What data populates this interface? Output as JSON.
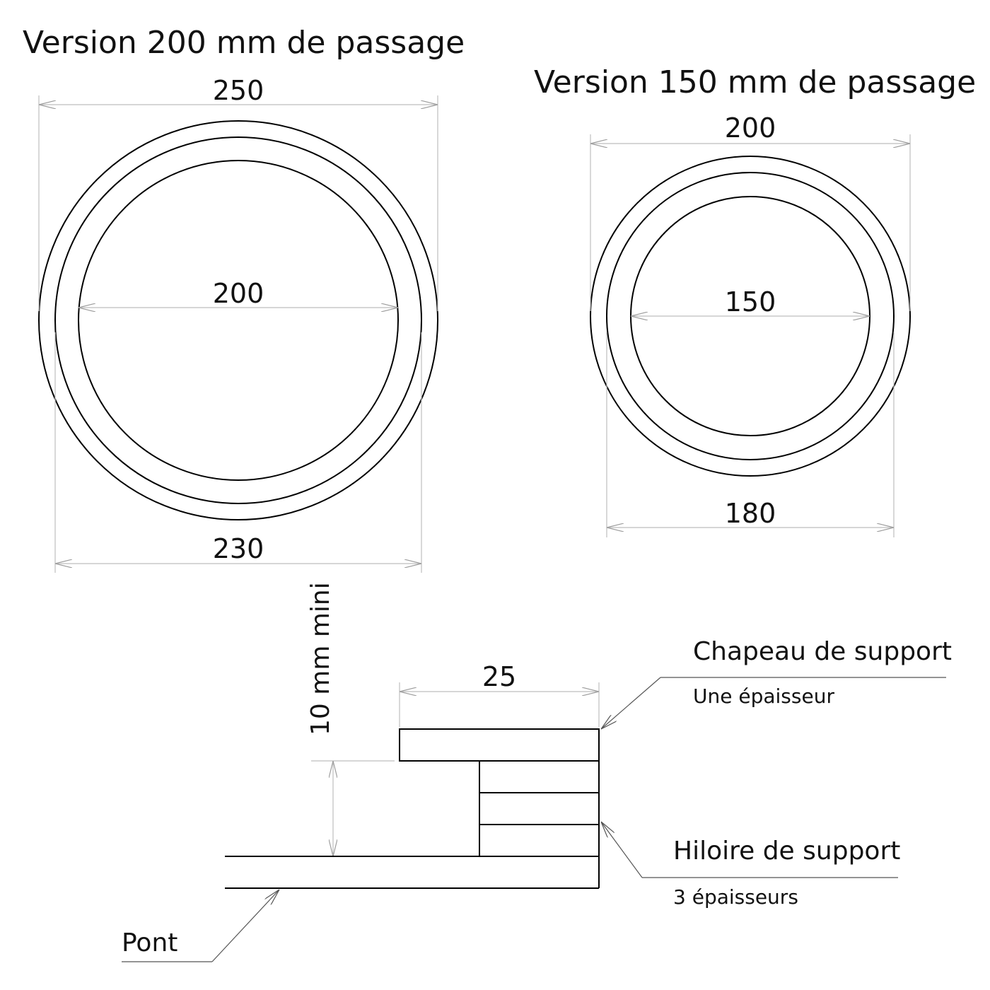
{
  "version_200": {
    "title": "Version 200 mm de passage",
    "outer_diameter": "250",
    "passage_diameter": "200",
    "middle_diameter": "230"
  },
  "version_150": {
    "title": "Version 150 mm de passage",
    "outer_diameter": "200",
    "passage_diameter": "150",
    "middle_diameter": "180"
  },
  "section": {
    "height_label": "10 mm mini",
    "width_label": "25",
    "chapeau": {
      "title": "Chapeau de support",
      "subtitle": "Une épaisseur"
    },
    "hiloire": {
      "title": "Hiloire de support",
      "subtitle": "3 épaisseurs"
    },
    "pont": "Pont"
  },
  "colors": {
    "line": "#000000",
    "dimension_line": "#bdbdbd",
    "leader_line": "#555555"
  }
}
